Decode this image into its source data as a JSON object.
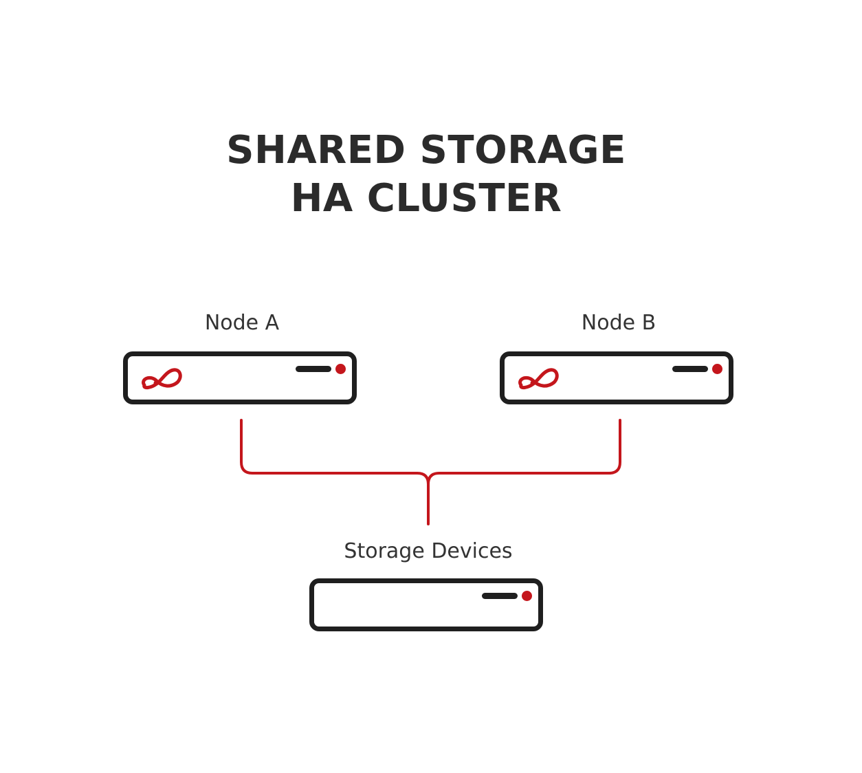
{
  "title": {
    "line1": "SHARED STORAGE",
    "line2": "HA CLUSTER"
  },
  "nodes": {
    "node_a": {
      "label": "Node A",
      "icon": "server-icon",
      "logo": "infinity-logo-icon"
    },
    "node_b": {
      "label": "Node B",
      "icon": "server-icon",
      "logo": "infinity-logo-icon"
    }
  },
  "storage": {
    "label": "Storage Devices",
    "icon": "server-icon"
  },
  "colors": {
    "accent": "#c4161c",
    "outline": "#1f1f1f",
    "text": "#2b2b2b",
    "background": "#ffffff"
  }
}
